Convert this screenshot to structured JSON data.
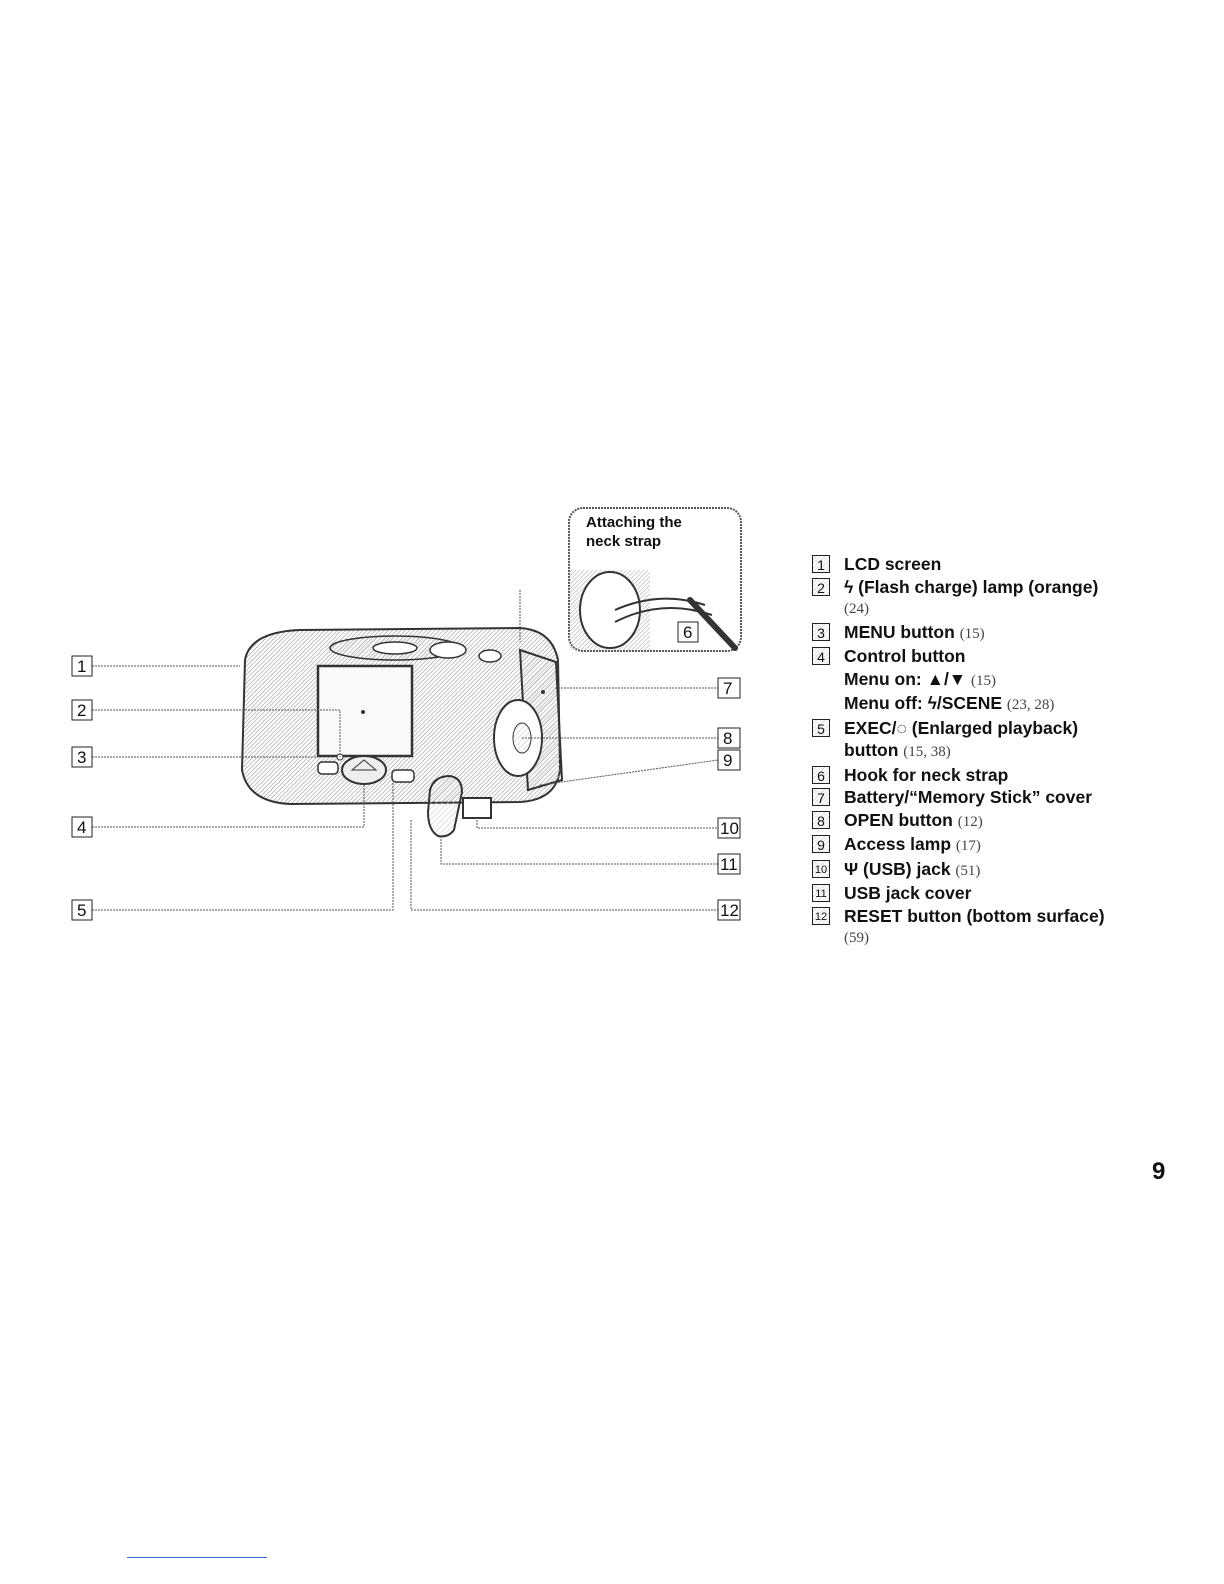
{
  "inset": {
    "title_line1": "Attaching the",
    "title_line2": "neck strap",
    "callout": "6"
  },
  "callouts": [
    "1",
    "2",
    "3",
    "4",
    "5",
    "7",
    "8",
    "9",
    "10",
    "11",
    "12"
  ],
  "legend": [
    {
      "num": "1",
      "text": "LCD screen",
      "ref": ""
    },
    {
      "num": "2",
      "text": "ϟ (Flash charge) lamp (orange)",
      "ref": "(24)"
    },
    {
      "num": "3",
      "text": "MENU button",
      "ref": "(15)"
    },
    {
      "num": "4",
      "text": "Control button",
      "ref": "",
      "line2": "Menu on: ▲/▼",
      "line2_ref": "(15)",
      "line3": "Menu off: ϟ/SCENE",
      "line3_ref": "(23, 28)"
    },
    {
      "num": "5",
      "text": "EXEC/◌ (Enlarged playback)",
      "ref": "",
      "line2": "button",
      "line2_ref": "(15, 38)"
    },
    {
      "num": "6",
      "text": "Hook for neck strap",
      "ref": ""
    },
    {
      "num": "7",
      "text": "Battery/“Memory Stick” cover",
      "ref": ""
    },
    {
      "num": "8",
      "text": "OPEN button",
      "ref": "(12)"
    },
    {
      "num": "9",
      "text": "Access lamp",
      "ref": "(17)"
    },
    {
      "num": "10",
      "text": "Ψ (USB) jack",
      "ref": "(51)"
    },
    {
      "num": "11",
      "text": "USB jack cover",
      "ref": ""
    },
    {
      "num": "12",
      "text": "RESET button (bottom surface)",
      "ref": "(59)"
    }
  ],
  "page_number": "9"
}
